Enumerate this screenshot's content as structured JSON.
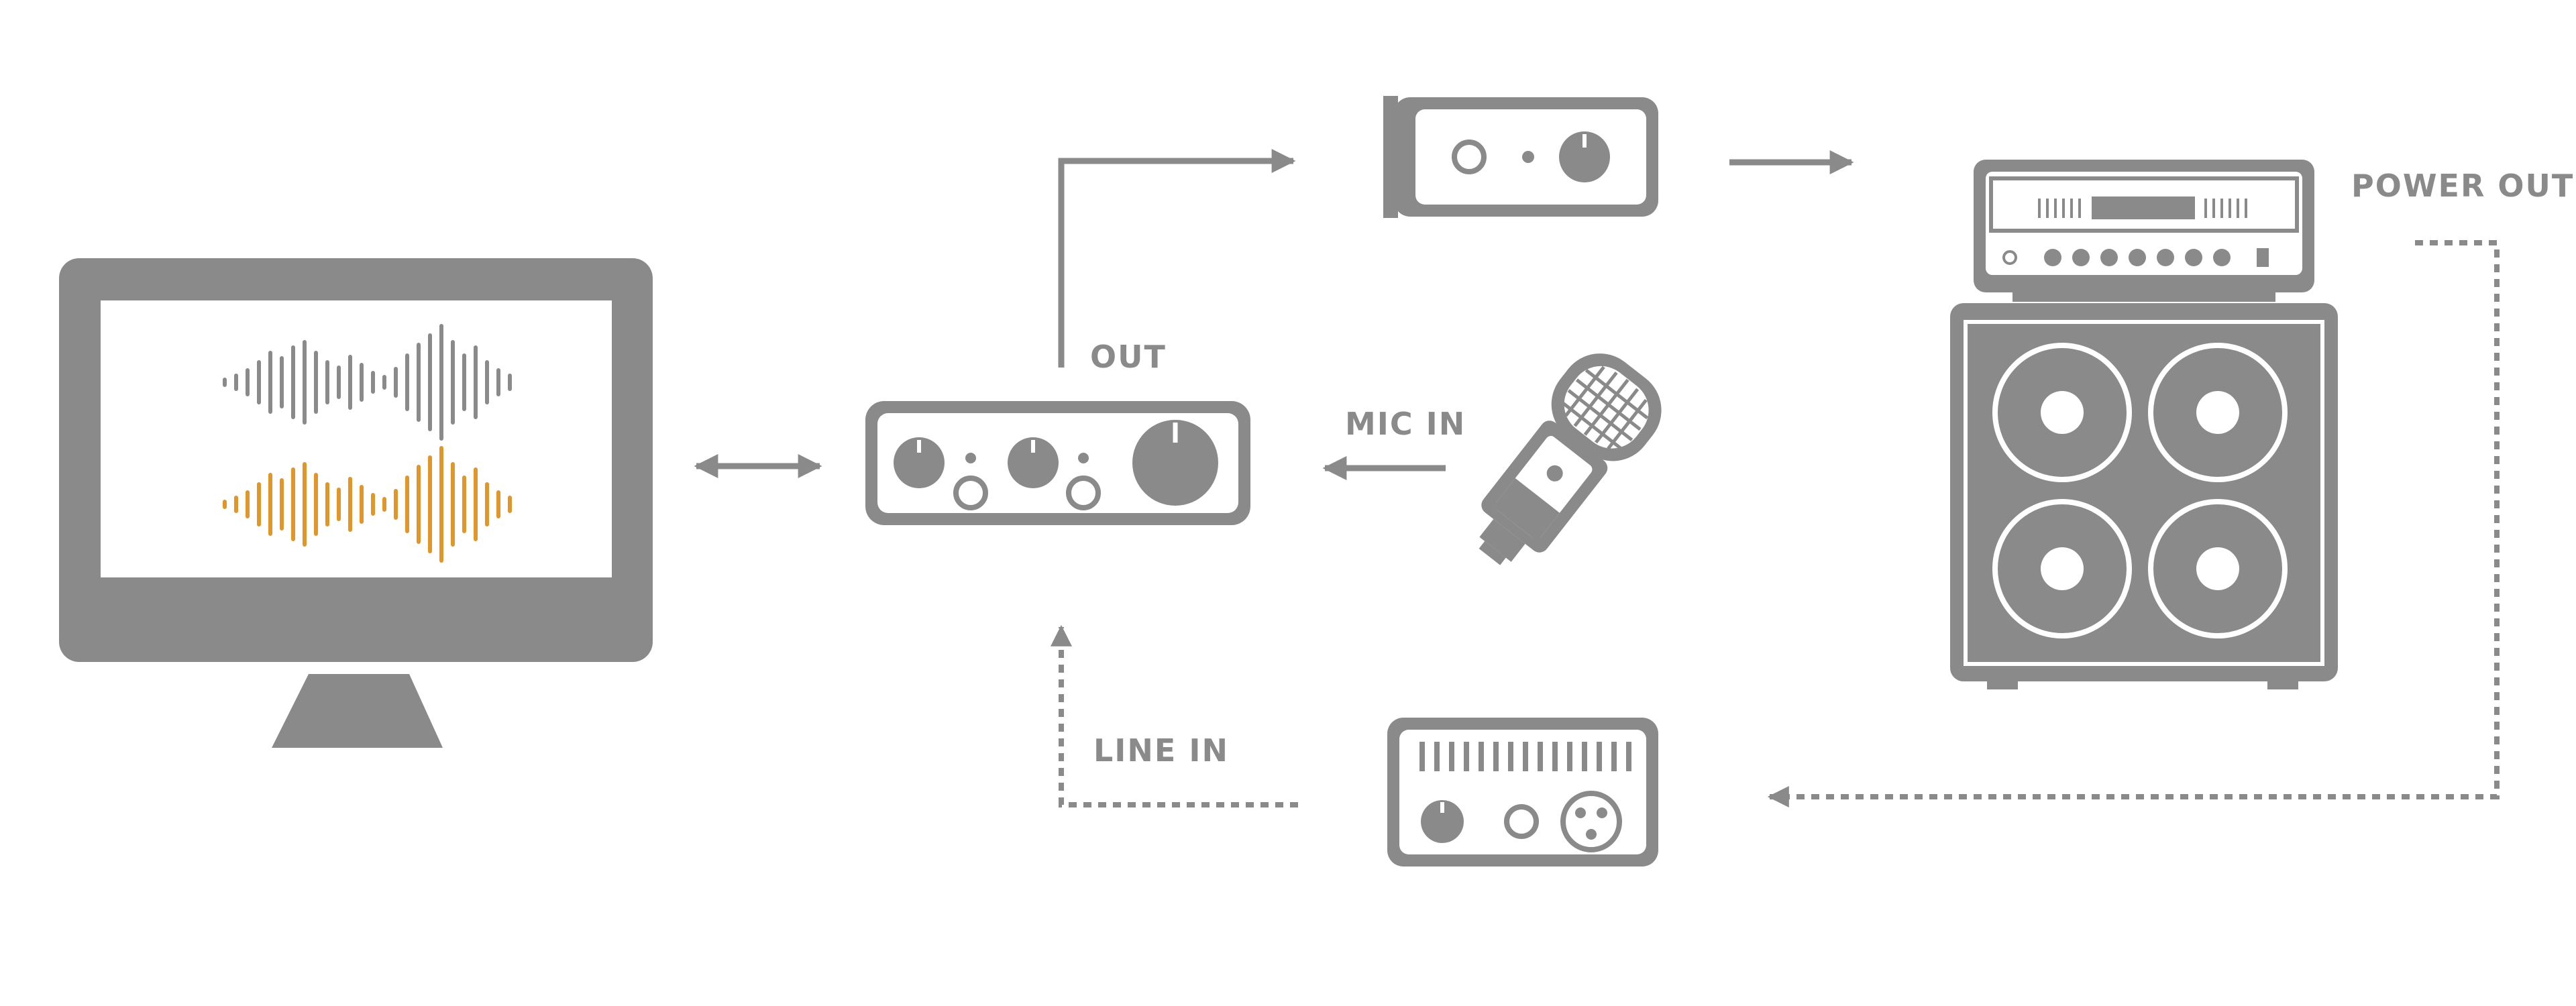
{
  "labels": {
    "out": "OUT",
    "mic_in": "MIC IN",
    "line_in": "LINE IN",
    "power_out": "POWER OUT"
  },
  "colors": {
    "device_gray": "#8a8a8a",
    "waveform_gray": "#8a8a8a",
    "waveform_orange": "#e0962a",
    "screen_white": "#ffffff"
  },
  "devices": [
    "computer-monitor",
    "audio-interface",
    "reamp-box",
    "microphone",
    "guitar-amp-head-and-cabinet",
    "load-box"
  ]
}
